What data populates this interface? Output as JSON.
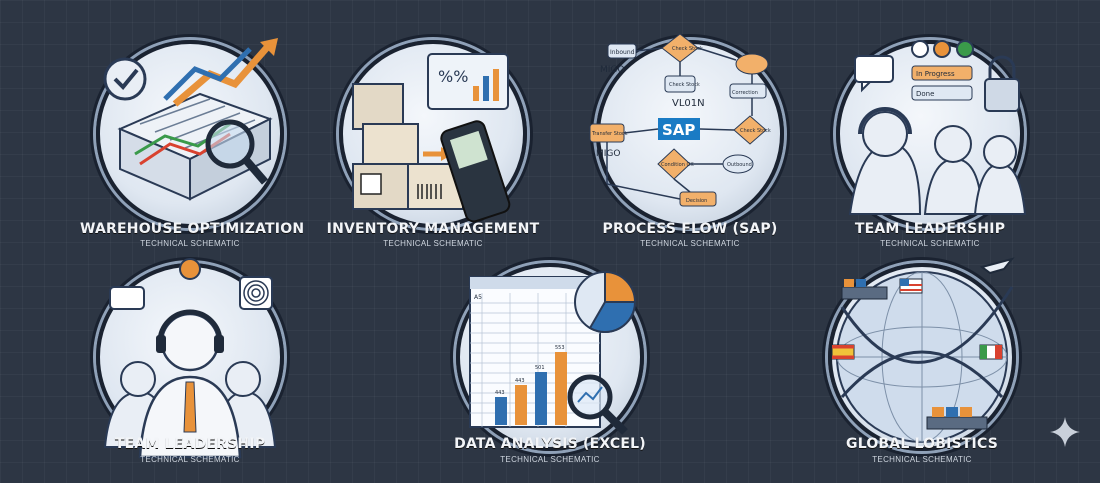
{
  "tiles": [
    {
      "title": "WAREHOUSE OPTIMIZATION",
      "subtitle": "TECHNICAL SCHEMATIC",
      "icon": "warehouse-icon"
    },
    {
      "title": "INVENTORY MANAGEMENT",
      "subtitle": "TECHNICAL SCHEMATIC",
      "icon": "inventory-icon"
    },
    {
      "title": "PROCESS FLOW (SAP)",
      "subtitle": "TECHNICAL SCHEMATIC",
      "icon": "flowchart-icon",
      "flow_labels": [
        "Inbound",
        "MIGO",
        "Check Stock",
        "Check Stock",
        "Correction",
        "VL01N",
        "Transfer Stock",
        "SAP",
        "Check Stock",
        "MIGO",
        "Condition OK",
        "Outbound",
        "Decision"
      ]
    },
    {
      "title": "TEAM LEADERSHIP",
      "subtitle": "TECHNICAL SCHEMATIC",
      "icon": "team-icon",
      "status_labels": [
        "In Progress",
        "Done"
      ]
    },
    {
      "title": "TEAM LEADERSHIP",
      "subtitle": "TECHNICAL SCHEMATIC",
      "icon": "headset-leader-icon"
    },
    {
      "title": "DATA ANALYSIS (EXCEL)",
      "subtitle": "TECHNICAL SCHEMATIC",
      "icon": "spreadsheet-icon",
      "cell_ref": "A5",
      "bar_labels": [
        "443",
        "443",
        "501",
        "553"
      ]
    },
    {
      "title": "GLOBAL LOBISTICS",
      "subtitle": "TECHNICAL SCHEMATIC",
      "icon": "globe-icon"
    }
  ],
  "colors": {
    "background": "#2d3644",
    "accent_orange": "#e8923a",
    "accent_blue": "#2f6fb0",
    "sap_blue": "#1a7bc4"
  }
}
